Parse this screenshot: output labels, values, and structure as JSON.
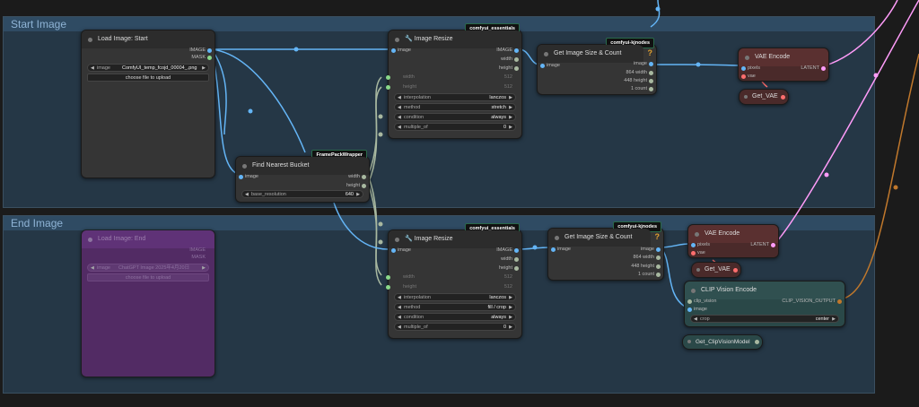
{
  "groups": {
    "start": "Start Image",
    "end": "End Image"
  },
  "load_start": {
    "title": "Load Image: Start",
    "out_image": "IMAGE",
    "out_mask": "MASK",
    "image_label": "image",
    "image_value": "ComfyUI_temp_fcojd_00004_.png",
    "upload": "choose file to upload"
  },
  "load_end": {
    "title": "Load Image: End",
    "out_image": "IMAGE",
    "out_mask": "MASK",
    "image_label": "image",
    "image_value": "ChatGPT Image 2025年4月20日",
    "upload": "choose file to upload"
  },
  "resize_start": {
    "badge": "comfyui_essentials",
    "title": "Image Resize",
    "in_image": "image",
    "out_image": "IMAGE",
    "out_width": "width",
    "out_height": "height",
    "width_label": "width",
    "width_value": "512",
    "height_label": "height",
    "height_value": "512",
    "interp_label": "interpolation",
    "interp_value": "lanczos",
    "method_label": "method",
    "method_value": "stretch",
    "cond_label": "condition",
    "cond_value": "always",
    "mult_label": "multiple_of",
    "mult_value": "0"
  },
  "resize_end": {
    "badge": "comfyui_essentials",
    "title": "Image Resize",
    "in_image": "image",
    "out_image": "IMAGE",
    "out_width": "width",
    "out_height": "height",
    "width_label": "width",
    "width_value": "512",
    "height_label": "height",
    "height_value": "512",
    "interp_label": "interpolation",
    "interp_value": "lanczos",
    "method_label": "method",
    "method_value": "fill / crop",
    "cond_label": "condition",
    "cond_value": "always",
    "mult_label": "multiple_of",
    "mult_value": "0"
  },
  "size_start": {
    "badge": "comfyui-kjnodes",
    "title": "Get Image Size & Count",
    "in_image": "image",
    "out_image": "image",
    "out_width": "864 width",
    "out_height": "448 height",
    "out_count": "1 count"
  },
  "size_end": {
    "badge": "comfyui-kjnodes",
    "title": "Get Image Size & Count",
    "in_image": "image",
    "out_image": "image",
    "out_width": "864 width",
    "out_height": "448 height",
    "out_count": "1 count"
  },
  "bucket": {
    "badge": "FramePackWrapper",
    "title": "Find Nearest Bucket",
    "in_image": "image",
    "out_width": "width",
    "out_height": "height",
    "res_label": "base_resolution",
    "res_value": "640"
  },
  "vae_start": {
    "title": "VAE Encode",
    "in_pixels": "pixels",
    "in_vae": "vae",
    "out": "LATENT"
  },
  "vae_end": {
    "title": "VAE Encode",
    "in_pixels": "pixels",
    "in_vae": "vae",
    "out": "LATENT"
  },
  "getvae_start": {
    "title": "Get_VAE"
  },
  "getvae_end": {
    "title": "Get_VAE"
  },
  "clip": {
    "title": "CLIP Vision Encode",
    "in_clip": "clip_vision",
    "in_image": "image",
    "out": "CLIP_VISION_OUTPUT",
    "crop_label": "crop",
    "crop_value": "center"
  },
  "getclip": {
    "title": "Get_ClipVisionModel"
  },
  "qmark": "?",
  "colors": {
    "image_wire": "#64b5f6",
    "latent_wire": "#ff9cf9",
    "clip_wire": "#c0782c",
    "int_wire": "#a8b8a0",
    "vae_pin": "#ff6e6e",
    "group_bg": "#253746",
    "clip_node": "#2a4848",
    "vae_node": "#4a2a2a",
    "load_end_node": "#5a2a6a"
  }
}
